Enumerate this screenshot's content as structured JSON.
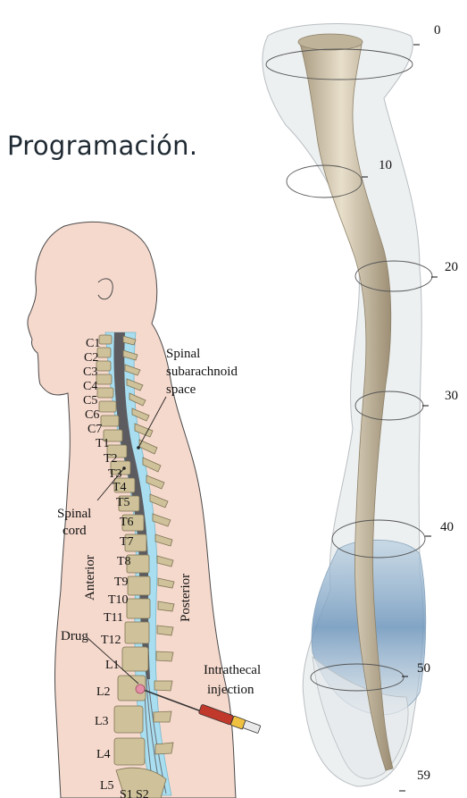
{
  "heading": "Programación.",
  "vertebrae": [
    {
      "label": "C1"
    },
    {
      "label": "C2"
    },
    {
      "label": "C3"
    },
    {
      "label": "C4"
    },
    {
      "label": "C5"
    },
    {
      "label": "C6"
    },
    {
      "label": "C7"
    },
    {
      "label": "T1"
    },
    {
      "label": "T2"
    },
    {
      "label": "T3"
    },
    {
      "label": "T4"
    },
    {
      "label": "T5"
    },
    {
      "label": "T6"
    },
    {
      "label": "T7"
    },
    {
      "label": "T8"
    },
    {
      "label": "T9"
    },
    {
      "label": "T10"
    },
    {
      "label": "T11"
    },
    {
      "label": "T12"
    },
    {
      "label": "L1"
    },
    {
      "label": "L2"
    },
    {
      "label": "L3"
    },
    {
      "label": "L4"
    },
    {
      "label": "L5"
    },
    {
      "label": "S1"
    },
    {
      "label": "S2"
    }
  ],
  "annotations": {
    "subarachnoid_line1": "Spinal",
    "subarachnoid_line2": "subarachnoid",
    "subarachnoid_line3": "space",
    "cord_line1": "Spinal",
    "cord_line2": "cord",
    "anterior": "Anterior",
    "posterior": "Posterior",
    "drug": "Drug",
    "injection_line1": "Intrathecal",
    "injection_line2": "injection"
  },
  "depth_scale": [
    "0",
    "10",
    "20",
    "30",
    "40",
    "50",
    "59"
  ],
  "colors": {
    "skin": "#f6d9cd",
    "bone": "#cfc29a",
    "csf": "#a8def0",
    "cord": "#5b5b60",
    "cord_model": "#d8cdb4",
    "shell": "#d9dde0",
    "shell_blue": "#8fb1cc"
  }
}
